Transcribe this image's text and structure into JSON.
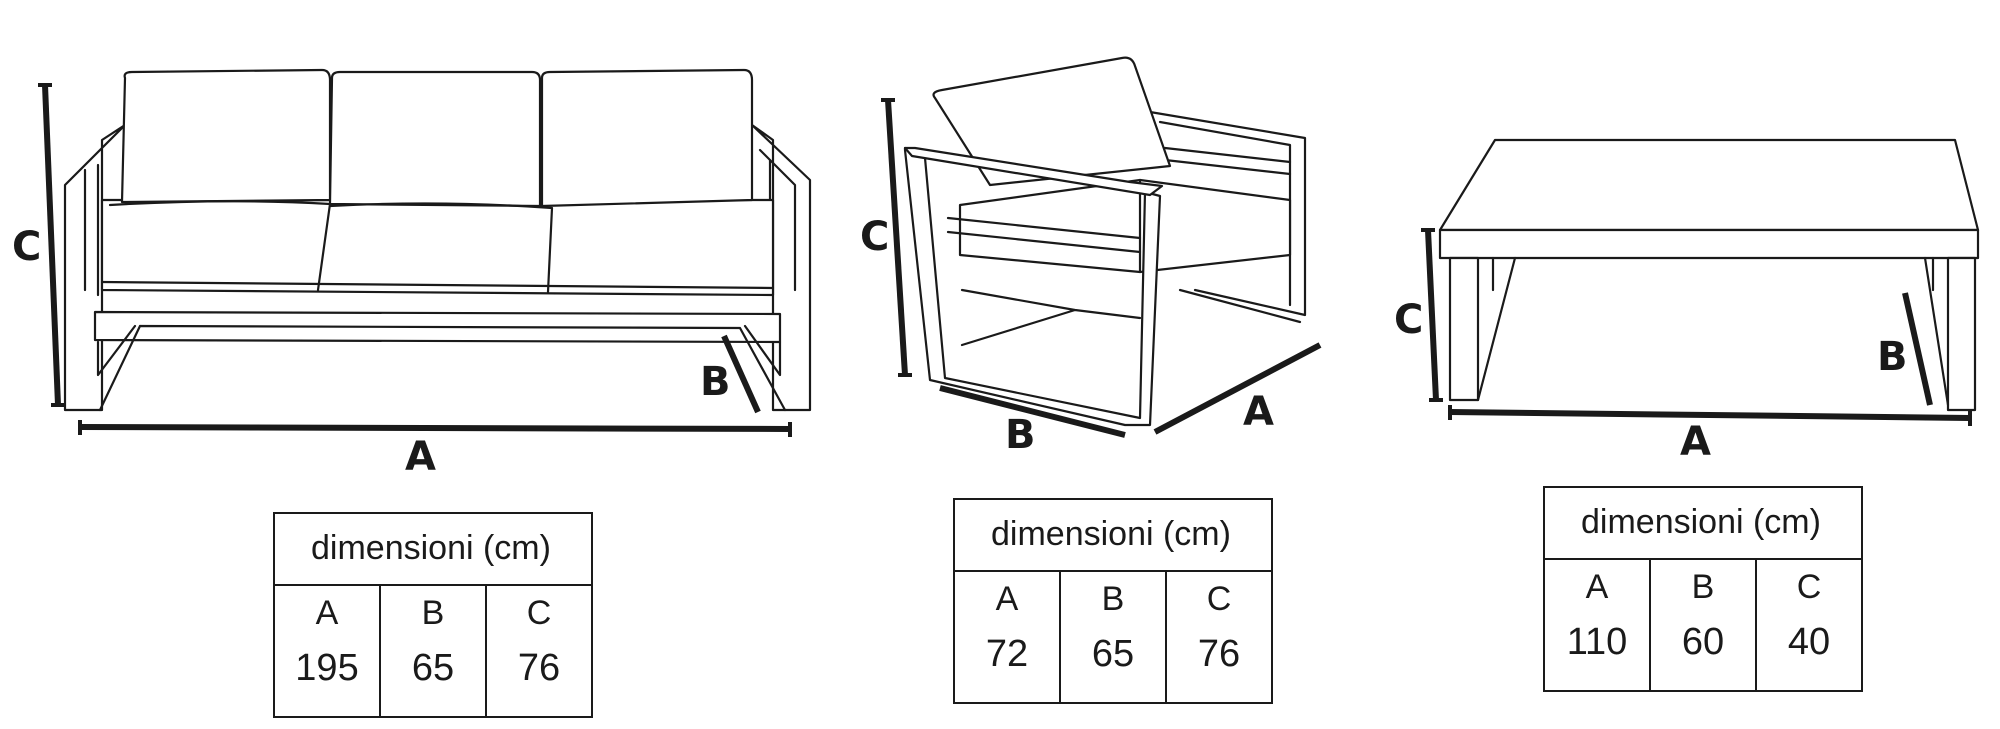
{
  "items": [
    {
      "name": "sofa",
      "labels": {
        "a": "A",
        "b": "B",
        "c": "C"
      },
      "table": {
        "header": "dimensioni (cm)",
        "columns": [
          {
            "key": "A",
            "value": "195"
          },
          {
            "key": "B",
            "value": "65"
          },
          {
            "key": "C",
            "value": "76"
          }
        ]
      }
    },
    {
      "name": "armchair",
      "labels": {
        "a": "A",
        "b": "B",
        "c": "C"
      },
      "table": {
        "header": "dimensioni (cm)",
        "columns": [
          {
            "key": "A",
            "value": "72"
          },
          {
            "key": "B",
            "value": "65"
          },
          {
            "key": "C",
            "value": "76"
          }
        ]
      }
    },
    {
      "name": "coffee-table",
      "labels": {
        "a": "A",
        "b": "B",
        "c": "C"
      },
      "table": {
        "header": "dimensioni (cm)",
        "columns": [
          {
            "key": "A",
            "value": "110"
          },
          {
            "key": "B",
            "value": "60"
          },
          {
            "key": "C",
            "value": "40"
          }
        ]
      }
    }
  ]
}
